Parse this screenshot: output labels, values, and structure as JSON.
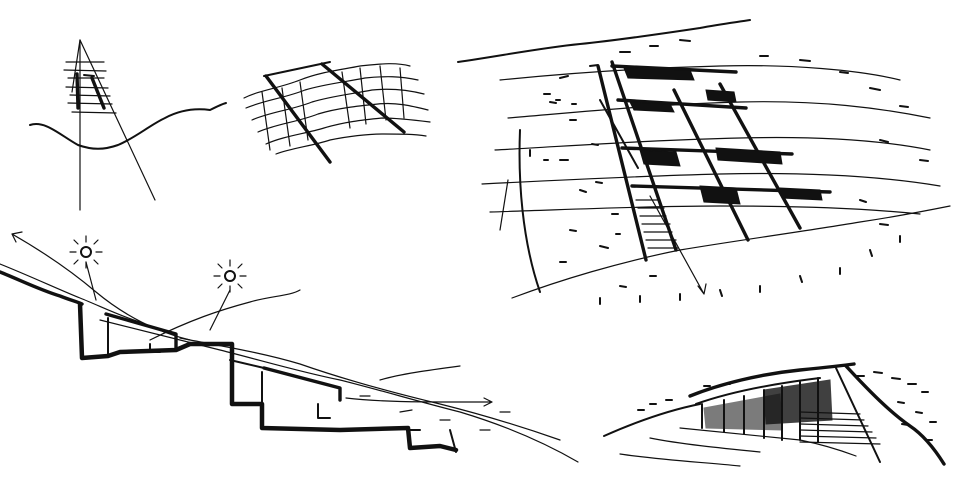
{
  "image": {
    "type": "architectural-sketch-sheet",
    "ink_color": "#111111",
    "background": "#ffffff"
  },
  "sketches": [
    {
      "id": "terrain-pole-sketch",
      "icon": "terrain-pole-icon"
    },
    {
      "id": "terrace-grid-sketch",
      "icon": "terrace-grid-icon"
    },
    {
      "id": "site-axonometric-sketch",
      "icon": "axonometric-plan-icon"
    },
    {
      "id": "stepped-section-sketch",
      "icon": "stepped-section-icon"
    },
    {
      "id": "perspective-building-sketch",
      "icon": "perspective-building-icon"
    }
  ]
}
